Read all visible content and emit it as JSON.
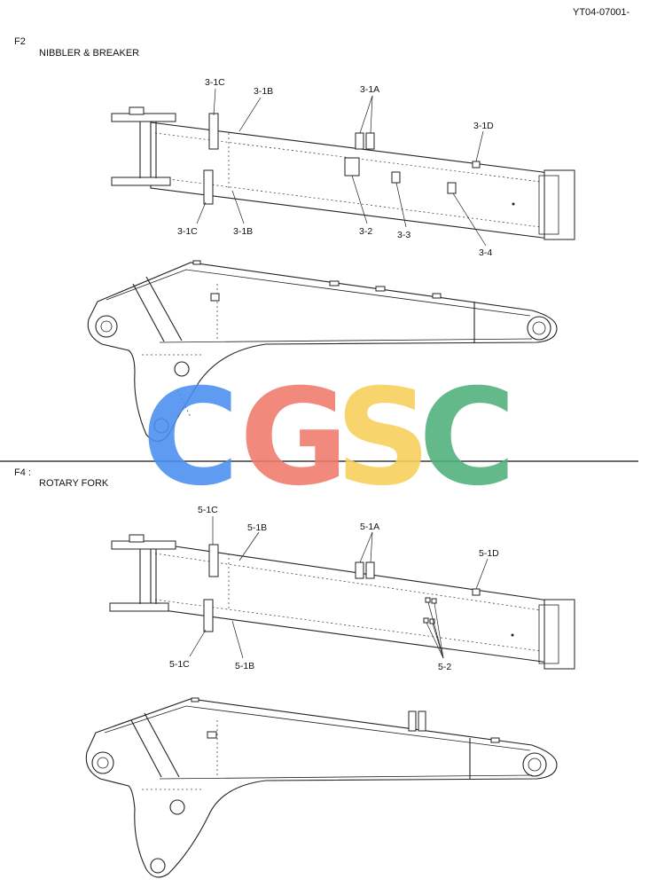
{
  "doc_code": "YT04-07001-",
  "sections": [
    {
      "id": "F2",
      "title": "NIBBLER & BREAKER",
      "labels": [
        "3-1C",
        "3-1B",
        "3-1A",
        "3-1D",
        "3-1C",
        "3-1B",
        "3-2",
        "3-3",
        "3-4"
      ]
    },
    {
      "id": "F4 :",
      "title": "ROTARY FORK",
      "labels": [
        "5-1C",
        "5-1B",
        "5-1A",
        "5-1D",
        "5-1C",
        "5-1B",
        "5-2"
      ]
    }
  ],
  "watermark": {
    "letters": [
      "C",
      "G",
      "S",
      "C"
    ],
    "colors": [
      "#4a8ff0",
      "#f07a6c",
      "#f8cf5a",
      "#4fb07a"
    ]
  }
}
